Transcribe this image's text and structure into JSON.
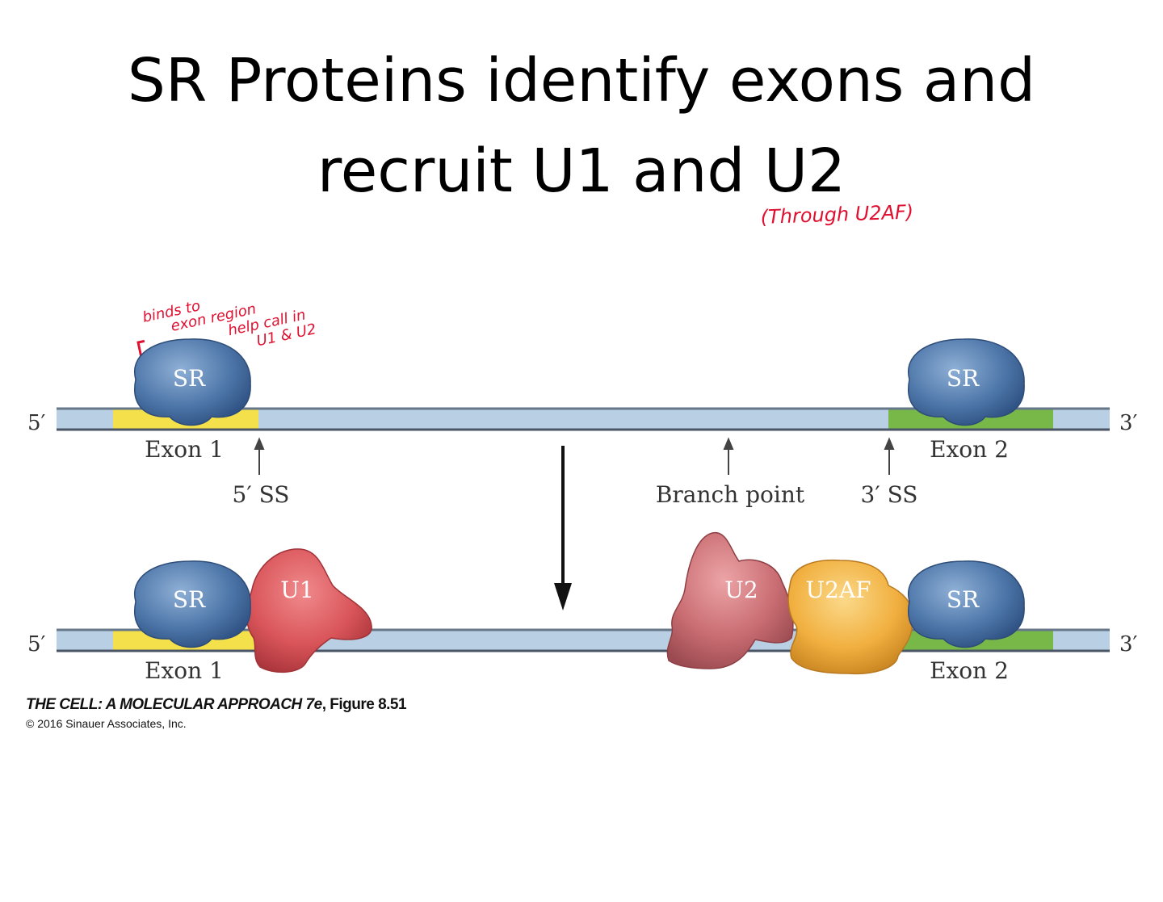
{
  "slide": {
    "title_line1": "SR Proteins identify exons and",
    "title_line2": "recruit U1 and U2"
  },
  "annotations": {
    "through": "(Through U2AF)",
    "binds_line1": "binds to",
    "binds_line2": "exon region",
    "binds_line3": "help call in",
    "binds_line4": "U1 & U2"
  },
  "diagram": {
    "five_prime": "5′",
    "three_prime": "3′",
    "exon1": "Exon 1",
    "exon2": "Exon 2",
    "five_ss": "5′ SS",
    "branch_point": "Branch point",
    "three_ss": "3′ SS",
    "sr": "SR",
    "u1": "U1",
    "u2": "U2",
    "u2af": "U2AF"
  },
  "credit": {
    "book": "THE CELL: A MOLECULAR APPROACH 7e",
    "figure": ", Figure 8.51",
    "copyright": "© 2016 Sinauer Associates, Inc."
  },
  "colors": {
    "rna": "#b9cfe3",
    "exon1": "#f4e04a",
    "exon2": "#78b848",
    "sr": "#4f78aa",
    "u1": "#d9555a",
    "u2": "#c96d72",
    "u2af": "#f1b040",
    "annotation": "#e01030"
  }
}
